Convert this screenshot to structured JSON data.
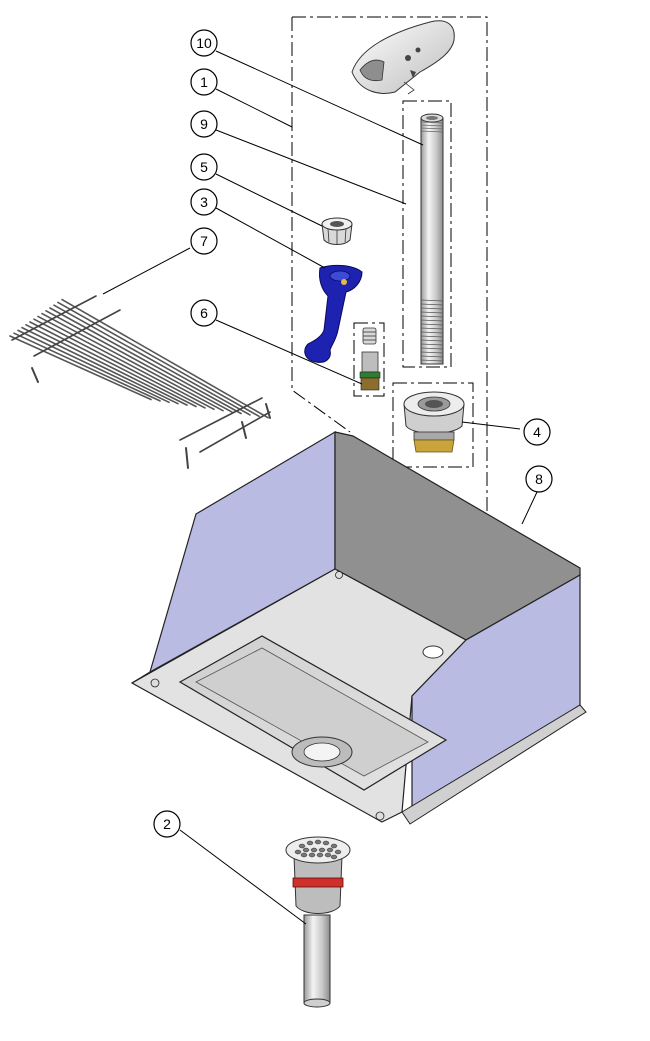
{
  "diagram": {
    "type": "exploded-parts-view",
    "callouts": [
      {
        "id": "10",
        "label": "10"
      },
      {
        "id": "1",
        "label": "1"
      },
      {
        "id": "9",
        "label": "9"
      },
      {
        "id": "5",
        "label": "5"
      },
      {
        "id": "3",
        "label": "3"
      },
      {
        "id": "7",
        "label": "7"
      },
      {
        "id": "6",
        "label": "6"
      },
      {
        "id": "4",
        "label": "4"
      },
      {
        "id": "8",
        "label": "8"
      },
      {
        "id": "2",
        "label": "2"
      }
    ],
    "parts": [
      {
        "name": "bubbler-head-icon"
      },
      {
        "name": "riser-pipe-icon"
      },
      {
        "name": "nut-icon"
      },
      {
        "name": "handle-lever-icon"
      },
      {
        "name": "valve-cartridge-icon"
      },
      {
        "name": "wire-grate-icon"
      },
      {
        "name": "supply-fitting-icon"
      },
      {
        "name": "sink-basin-icon"
      },
      {
        "name": "drain-assembly-icon"
      }
    ],
    "colors": {
      "splash": "#babbe3",
      "steel": "#e6e6e6",
      "basin": "#d7d7d7",
      "handle": "#1a1aa6",
      "brass": "#c9a43a",
      "gasket": "#d0302a",
      "line": "#000000"
    }
  }
}
